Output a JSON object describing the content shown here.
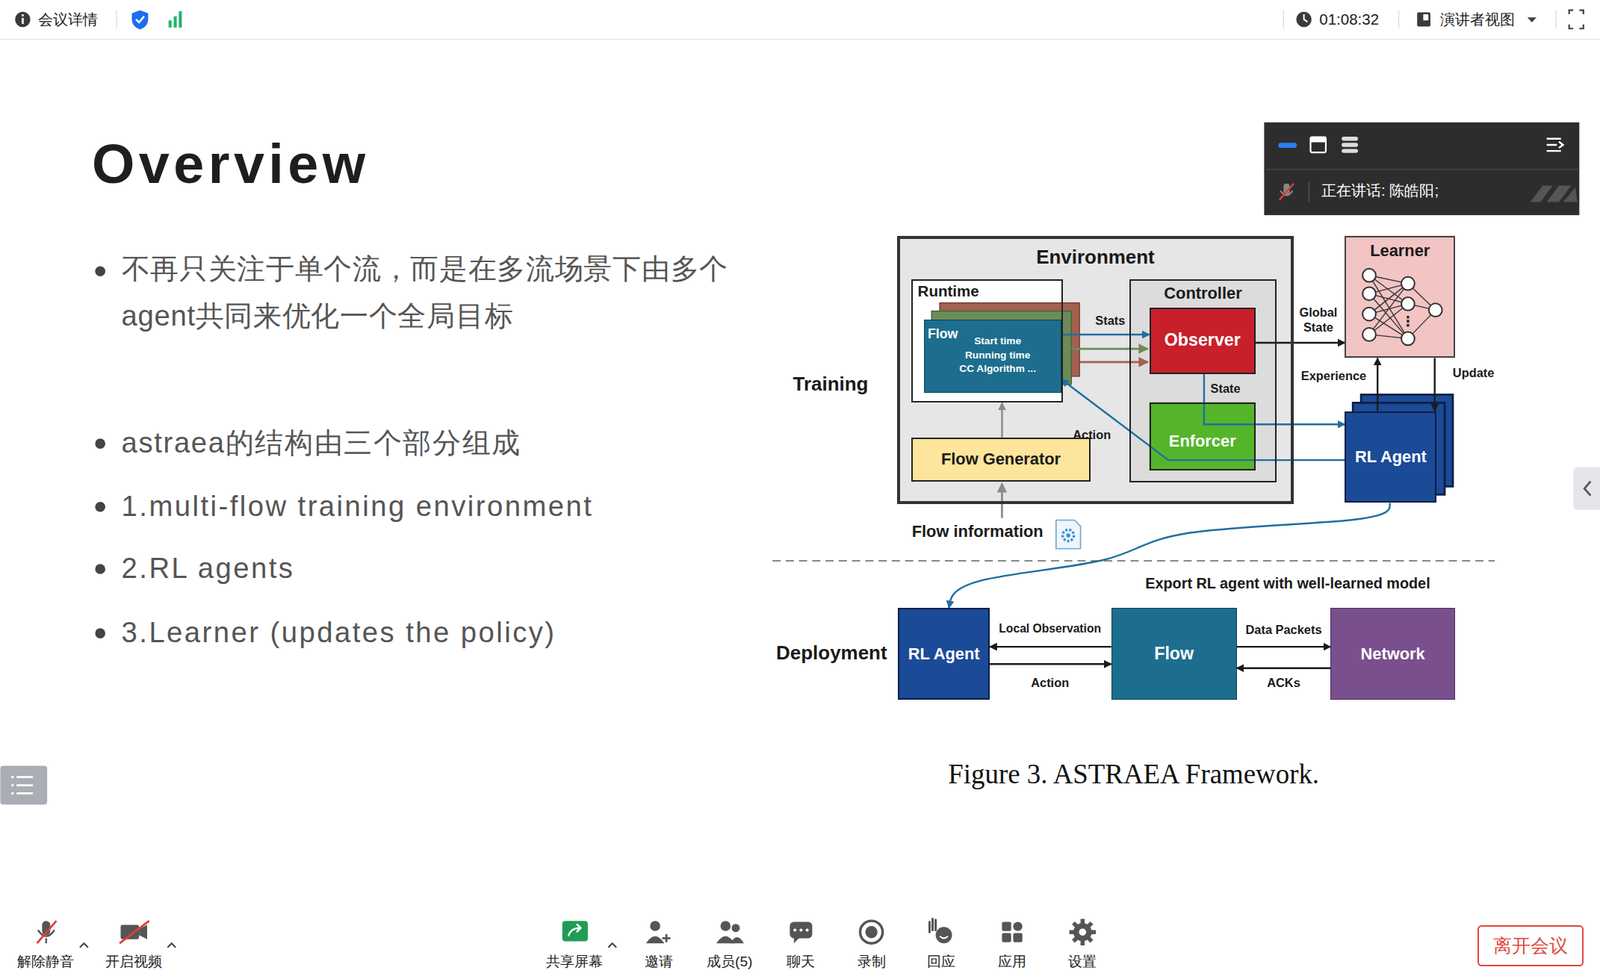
{
  "diagram": {
    "title": "Overview",
    "caption": "Figure 3. ASTRAEA Framework.",
    "nodes": [
      {
        "text": [
          "正在讲话: 陈皓阳;"
        ]
      },
      {
        "text": [
          "Environment"
        ]
      },
      {
        "text": [
          "Runtime"
        ],
        "in": 1
      },
      {
        "text": [
          "Flow",
          "Start time Running time CC Algorithm ..."
        ],
        "in": 2
      },
      {
        "text": [
          "Controller"
        ],
        "in": 1
      },
      {
        "text": [
          "Observer"
        ],
        "in": 4
      },
      {
        "text": [
          "Enforcer"
        ],
        "in": 4
      },
      {
        "text": [
          "Flow Generator"
        ],
        "in": 1
      },
      {
        "text": [
          "Learner"
        ]
      },
      {
        "text": [
          "RL Agent"
        ]
      },
      {
        "text": [
          "RL Agent"
        ]
      },
      {
        "text": [
          "Flow"
        ]
      },
      {
        "text": [
          "Network"
        ]
      },
      {
        "text": [
          "离开会议"
        ]
      }
    ],
    "edges": [
      {
        "from": 3,
        "to": 5,
        "label": "Stats",
        "arrow": "to"
      },
      {
        "from": 5,
        "to": 8,
        "label": "Global State",
        "arrow": "to"
      },
      {
        "from": 5,
        "to": 9,
        "label": "State",
        "arrow": "to"
      },
      {
        "from": 9,
        "to": 8,
        "label": "Experience",
        "arrow": "to"
      },
      {
        "from": 8,
        "to": 9,
        "label": "Update",
        "arrow": "to"
      },
      {
        "from": 9,
        "to": 3,
        "label": "Action",
        "arrow": "to"
      },
      {
        "from": 7,
        "to": 2,
        "arrow": "to"
      },
      {
        "from": 9,
        "to": 10,
        "label": "Export RL agent with well-learned model",
        "arrow": "to"
      },
      {
        "from": 11,
        "to": 10,
        "label": "Local Observation",
        "arrow": "to"
      },
      {
        "from": 10,
        "to": 11,
        "label": "Action",
        "arrow": "to"
      },
      {
        "from": 11,
        "to": 12,
        "label": "Data Packets",
        "arrow": "to"
      },
      {
        "from": 12,
        "to": 11,
        "label": "ACKs",
        "arrow": "to"
      }
    ],
    "labels": [
      "会议详情",
      "01:08:32",
      "演讲者视图",
      "不再只关注于单个流，而是在多流场景下由多个agent共同来优化一个全局目标",
      "astraea的结构由三个部分组成",
      "1.multi-flow training environment",
      "2.RL agents",
      "3.Learner (updates the policy)",
      "Training",
      "Deployment",
      "Flow information",
      "解除静音",
      "开启视频",
      "共享屏幕",
      "邀请",
      "成员(5)",
      "聊天",
      "录制",
      "回应",
      "应用",
      "设置"
    ]
  }
}
